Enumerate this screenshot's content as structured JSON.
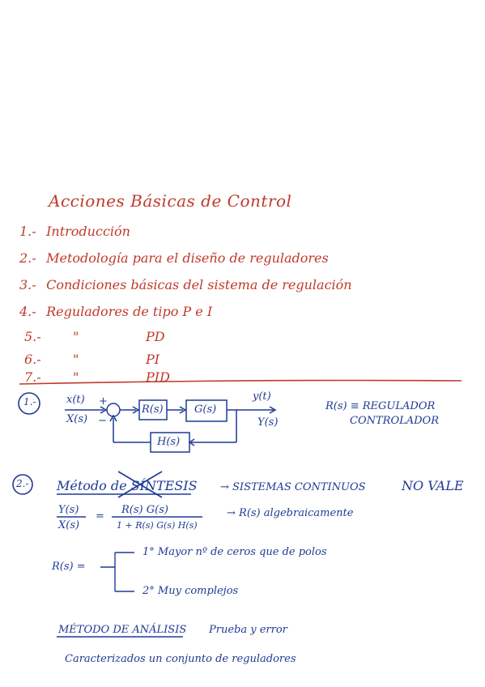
{
  "title": "Acciones Básicas de Control",
  "index": [
    {
      "num": "1.-",
      "text": "Introducción"
    },
    {
      "num": "2.-",
      "text": "Metodología para el diseño de reguladores"
    },
    {
      "num": "3.-",
      "text": "Condiciones básicas del sistema de regulación"
    },
    {
      "num": "4.-",
      "text": "Reguladores de tipo P e I"
    },
    {
      "num": "5.-",
      "ditto": "\"",
      "text": "PD"
    },
    {
      "num": "6.-",
      "ditto": "\"",
      "text": "PI"
    },
    {
      "num": "7.-",
      "ditto": "\"",
      "text": "PID"
    }
  ],
  "section1": {
    "marker": "1.-",
    "input_top": "x(t)",
    "input_bottom": "X(s)",
    "plus": "+",
    "minus": "−",
    "block_r": "R(s)",
    "block_g": "G(s)",
    "block_h": "H(s)",
    "output_top": "y(t)",
    "output_bottom": "Y(s)",
    "note_line1": "R(s) ≡ REGULADOR",
    "note_line2": "CONTROLADOR"
  },
  "section2": {
    "marker": "2.-",
    "method": "Método de SÍNTESIS",
    "arrow_text1": "→ SISTEMAS CONTINUOS",
    "no_vale": "NO VALE",
    "frac_left_num": "Y(s)",
    "frac_left_den": "X(s)",
    "equals": "=",
    "frac_right_num": "R(s) G(s)",
    "frac_right_den": "1 + R(s) G(s) H(s)",
    "arrow_text2": "→ R(s) algebraicamente",
    "rs_eq": "R(s) =",
    "cond1": "1° Mayor nº de ceros que de polos",
    "cond2": "2° Muy complejos",
    "analysis": "MÉTODO DE ANÁLISIS",
    "trial": "Prueba y error",
    "characterized": "Caracterizados un conjunto de reguladores"
  },
  "colors": {
    "red": "#c0392b",
    "blue": "#1f3a93"
  }
}
